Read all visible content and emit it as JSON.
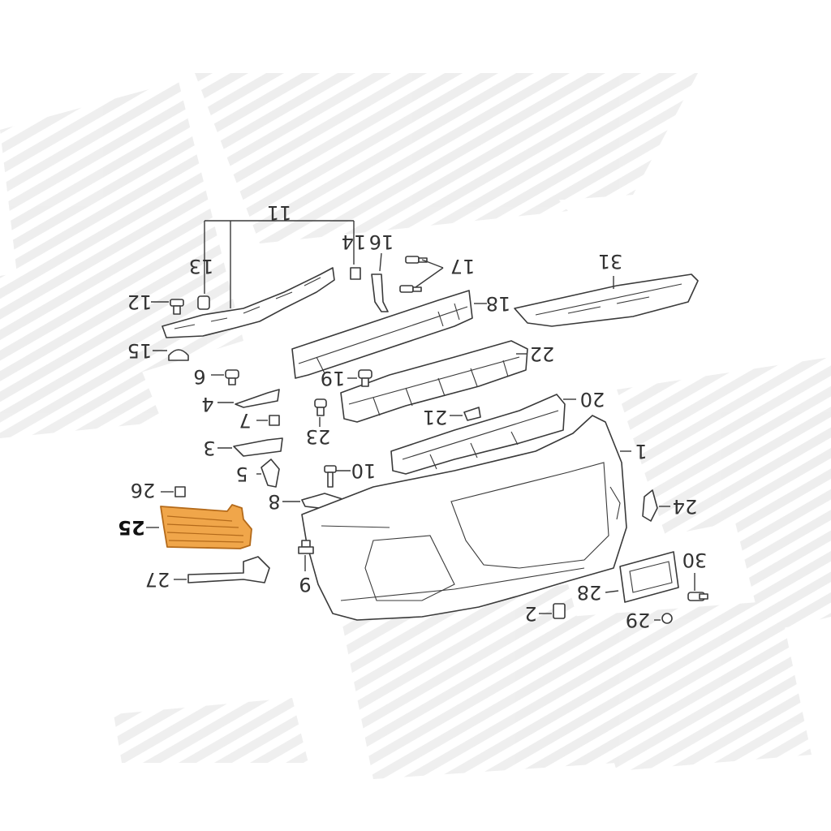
{
  "colors": {
    "highlight_fill": "#f0a64a",
    "highlight_stroke": "#b46a1a",
    "line": "#3a3a3a",
    "watermark": "#ececec"
  },
  "highlighted_part": "25",
  "callouts": [
    "11",
    "13",
    "12",
    "15",
    "14",
    "16",
    "17",
    "18",
    "31",
    "22",
    "6",
    "19",
    "20",
    "4",
    "7",
    "23",
    "21",
    "3",
    "5",
    "10",
    "1",
    "26",
    "8",
    "24",
    "25",
    "30",
    "27",
    "9",
    "28",
    "2",
    "29"
  ]
}
